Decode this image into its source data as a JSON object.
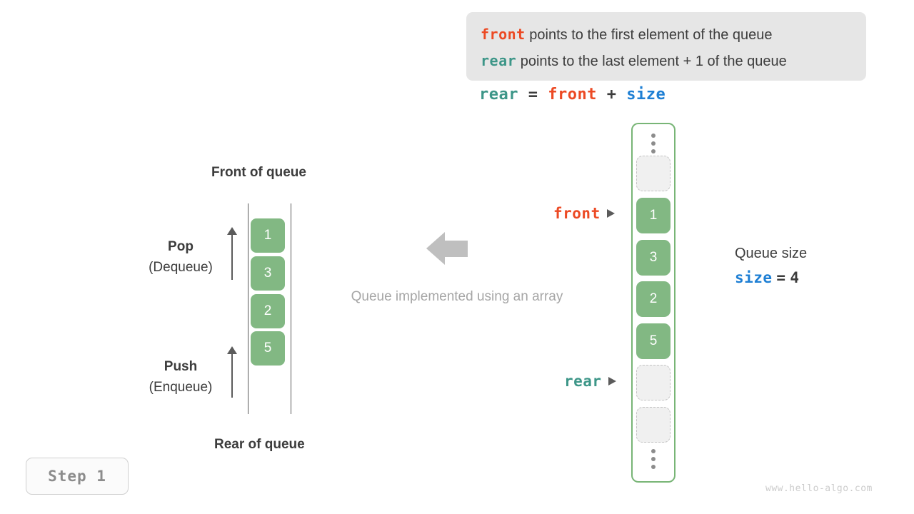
{
  "legend": {
    "lines": [
      {
        "term": "front",
        "term_color": "#ec4a24",
        "description": "points to the first element of the queue"
      },
      {
        "term": "rear",
        "term_color": "#3d9688",
        "description": "points to the last element + 1 of the queue"
      }
    ]
  },
  "formula": {
    "lhs": "rear",
    "eq": "=",
    "op1": "front",
    "plus": "+",
    "op2": "size"
  },
  "left_diagram": {
    "front_label": "Front of queue",
    "rear_label": "Rear of queue",
    "pop": {
      "title": "Pop",
      "subtitle": "(Dequeue)"
    },
    "push": {
      "title": "Push",
      "subtitle": "(Enqueue)"
    },
    "cells": [
      "1",
      "3",
      "2",
      "5"
    ]
  },
  "middle": {
    "caption": "Queue implemented using an array",
    "arrow_direction": "left",
    "arrow_color": "#bfbfbf"
  },
  "array_diagram": {
    "slots": [
      {
        "type": "dots",
        "value": ""
      },
      {
        "type": "empty",
        "value": ""
      },
      {
        "type": "filled",
        "value": "1"
      },
      {
        "type": "filled",
        "value": "3"
      },
      {
        "type": "filled",
        "value": "2"
      },
      {
        "type": "filled",
        "value": "5"
      },
      {
        "type": "empty",
        "value": ""
      },
      {
        "type": "empty",
        "value": ""
      },
      {
        "type": "dots",
        "value": ""
      }
    ],
    "pointers": {
      "front": "front",
      "rear": "rear"
    },
    "cell_color": "#82b883",
    "border_color": "#78b576"
  },
  "size_info": {
    "label": "Queue size",
    "var_name": "size",
    "equals": "=",
    "value": "4"
  },
  "step_badge": "Step 1",
  "watermark": "www.hello-algo.com"
}
